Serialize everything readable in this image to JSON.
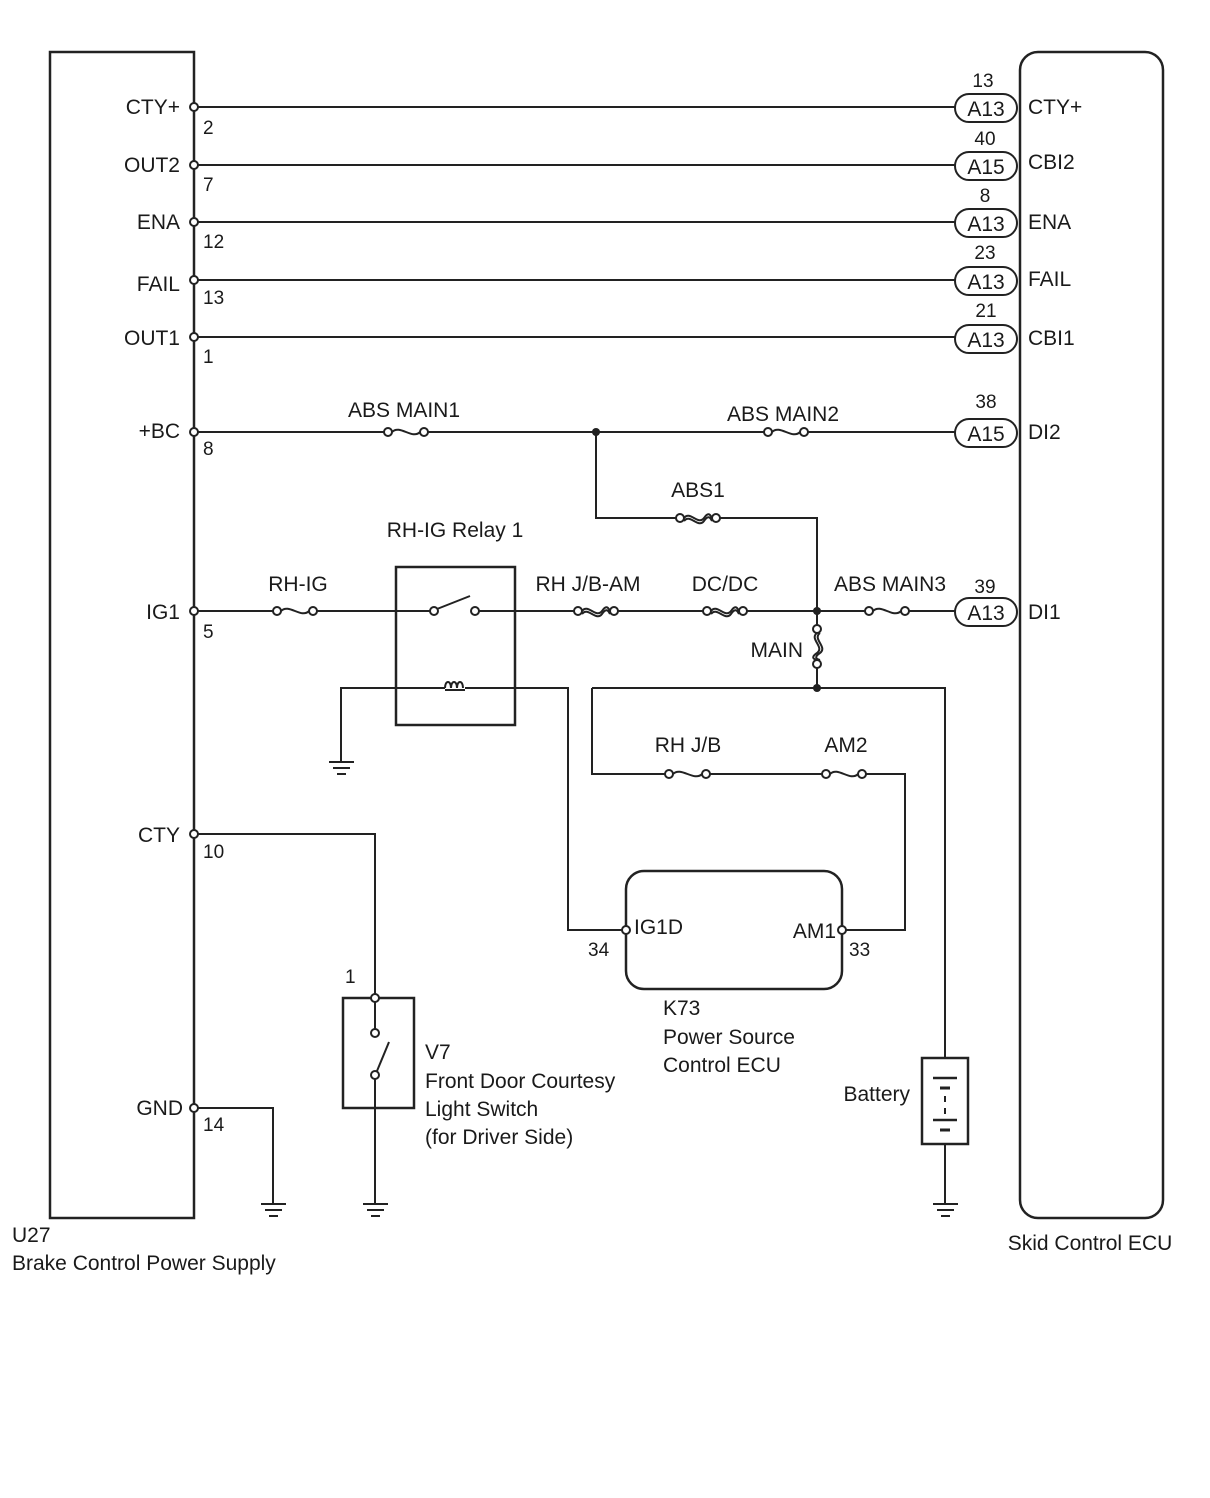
{
  "left_ecu": {
    "code": "U27",
    "name": "Brake Control Power Supply",
    "pins": [
      {
        "label": "CTY+",
        "number": "2"
      },
      {
        "label": "OUT2",
        "number": "7"
      },
      {
        "label": "ENA",
        "number": "12"
      },
      {
        "label": "FAIL",
        "number": "13"
      },
      {
        "label": "OUT1",
        "number": "1"
      },
      {
        "label": "+BC",
        "number": "8"
      },
      {
        "label": "IG1",
        "number": "5"
      },
      {
        "label": "CTY",
        "number": "10"
      },
      {
        "label": "GND",
        "number": "14"
      }
    ]
  },
  "right_ecu": {
    "name": "Skid Control ECU",
    "pins": [
      {
        "label": "CTY+",
        "connector": "A13",
        "number": "13"
      },
      {
        "label": "CBI2",
        "connector": "A15",
        "number": "40"
      },
      {
        "label": "ENA",
        "connector": "A13",
        "number": "8"
      },
      {
        "label": "FAIL",
        "connector": "A13",
        "number": "23"
      },
      {
        "label": "CBI1",
        "connector": "A13",
        "number": "21"
      },
      {
        "label": "DI2",
        "connector": "A15",
        "number": "38"
      },
      {
        "label": "DI1",
        "connector": "A13",
        "number": "39"
      }
    ]
  },
  "fuses": {
    "abs_main1": "ABS MAIN1",
    "abs_main2": "ABS MAIN2",
    "abs1": "ABS1",
    "rh_ig": "RH-IG",
    "rh_jb_am": "RH J/B-AM",
    "dc_dc": "DC/DC",
    "abs_main3": "ABS MAIN3",
    "main": "MAIN",
    "rh_jb": "RH J/B",
    "am2": "AM2"
  },
  "relay": {
    "name": "RH-IG Relay 1"
  },
  "power_ecu": {
    "code": "K73",
    "name_line1": "Power Source",
    "name_line2": "Control ECU",
    "pin_ig1d": "IG1D",
    "pin_ig1d_number": "34",
    "pin_am1": "AM1",
    "pin_am1_number": "33"
  },
  "door_switch": {
    "code": "V7",
    "line1": "Front Door Courtesy",
    "line2": "Light Switch",
    "line3": "(for Driver Side)",
    "pin": "1"
  },
  "battery": {
    "label": "Battery"
  }
}
